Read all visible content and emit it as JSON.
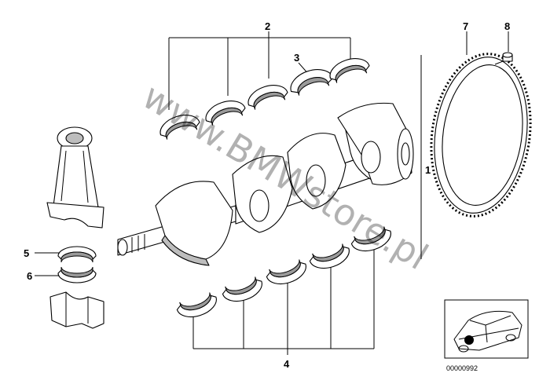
{
  "callouts": {
    "c1": "1",
    "c2": "2",
    "c3": "3",
    "c4": "4",
    "c5": "5",
    "c6": "6",
    "c7": "7",
    "c8": "8"
  },
  "watermark": "www.BMWstore.pl",
  "thumbnail": {
    "caption": "00000992"
  }
}
